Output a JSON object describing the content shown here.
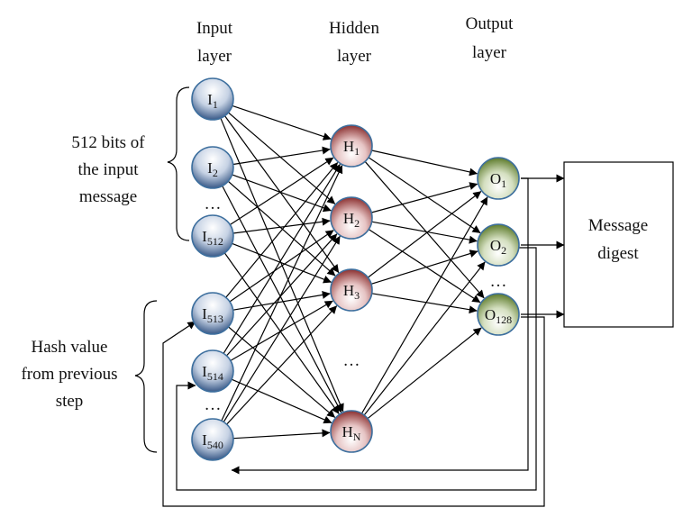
{
  "colors": {
    "input_node": "#3a5a88",
    "hidden_node": "#8a2f2f",
    "output_node": "#5c7a2a",
    "node_border": "#3d6f9e",
    "line": "#000000"
  },
  "headers": {
    "input": [
      "Input",
      "layer"
    ],
    "hidden": [
      "Hidden",
      "layer"
    ],
    "output": [
      "Output",
      "layer"
    ]
  },
  "input_nodes": [
    {
      "main": "I",
      "sub": "1"
    },
    {
      "main": "I",
      "sub": "2"
    },
    {
      "main": "I",
      "sub": "512"
    },
    {
      "main": "I",
      "sub": "513"
    },
    {
      "main": "I",
      "sub": "514"
    },
    {
      "main": "I",
      "sub": "540"
    }
  ],
  "hidden_nodes": [
    {
      "main": "H",
      "sub": "1"
    },
    {
      "main": "H",
      "sub": "2"
    },
    {
      "main": "H",
      "sub": "3"
    },
    {
      "main": "H",
      "sub": "N"
    }
  ],
  "output_nodes": [
    {
      "main": "O",
      "sub": "1"
    },
    {
      "main": "O",
      "sub": "2"
    },
    {
      "main": "O",
      "sub": "128"
    }
  ],
  "ellipsis": "…",
  "brace_labels": {
    "message": [
      "512 bits of",
      "the input",
      "message"
    ],
    "hash": [
      "Hash value",
      "from previous",
      "step"
    ]
  },
  "digest_box": [
    "Message",
    "digest"
  ]
}
